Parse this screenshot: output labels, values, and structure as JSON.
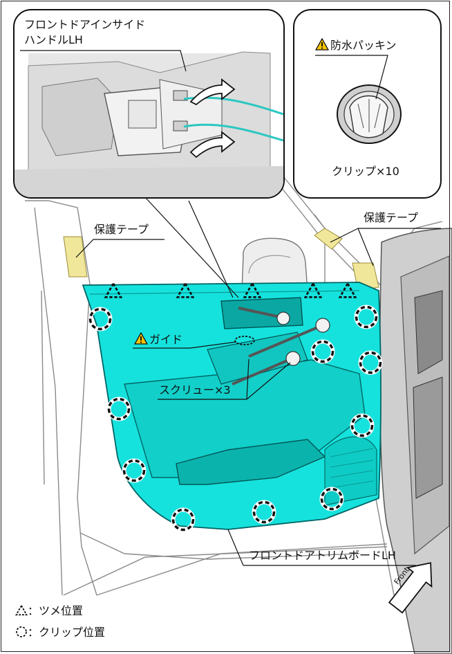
{
  "labels": {
    "inside_handle_line1": "フロントドアインサイド",
    "inside_handle_line2": "ハンドルLH",
    "waterproof_packing": "防水パッキン",
    "clip_qty": "クリップ×10",
    "tape_left": "保護テープ",
    "tape_right": "保護テープ",
    "guide": "ガイド",
    "screw_qty": "スクリュー×3",
    "trim_board": "フロントドアトリムボードLH",
    "front": "Front"
  },
  "legend": {
    "claw": "：ツメ位置",
    "clip": "：クリップ位置"
  },
  "colors": {
    "trim_panel": "#16e2dd",
    "trim_dark": "#0aa7a3",
    "tape": "#f1e79a",
    "warning": "#f5c400",
    "outline": "#111111",
    "body_gray": "#d8d8d8",
    "cable": "#2cc7c2"
  },
  "icons": [
    "warning-triangle-icon",
    "claw-marker-icon",
    "clip-marker-icon",
    "front-arrow-icon",
    "curved-arrow-icon"
  ]
}
